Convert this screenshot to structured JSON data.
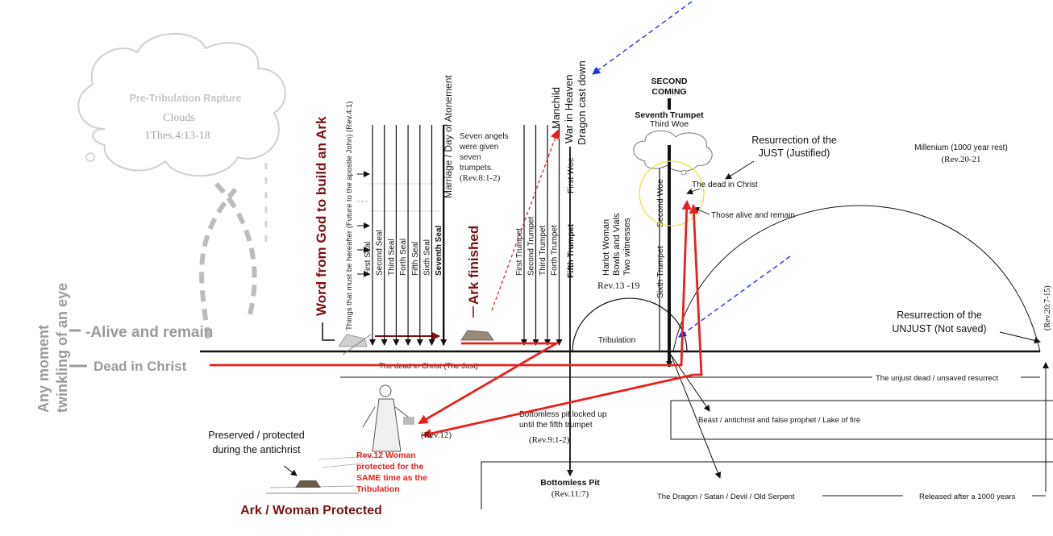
{
  "rapture": {
    "title": "Pre-Tribulation Rapture",
    "clouds": "Clouds",
    "ref": "1Thes.4:13-18"
  },
  "left_vertical": {
    "line1": "Any moment",
    "line2": "twinkling of an eye"
  },
  "left_labels": {
    "alive": "-Alive and remain",
    "dead": "Dead in Christ"
  },
  "ark": {
    "word_from_god": "Word from God to build an Ark",
    "finished": "Ark finished",
    "things_hereafter": "Things that must be hereafter (Future to the apostle John) (Rev.4:1)",
    "woman_protected": "Ark / Woman Protected"
  },
  "seals": [
    "First Seal",
    "Second Seal",
    "Third Seal",
    "Forth Seal",
    "Fifth Seal",
    "Sixth Seal",
    "Seventh Seal"
  ],
  "marriage": "Marriage / Day of Atonement",
  "seven_angels": [
    "Seven angels",
    "were given",
    "seven",
    "trumpets.",
    "(Rev.8:1-2)"
  ],
  "trumpets": [
    "First Trumpet",
    "Second Trumpet",
    "Third Trumpet",
    "Forth Trumpet"
  ],
  "fifth_trumpet": "Fifth Trumpet",
  "first_woe": "First Woe",
  "manchild": [
    "Manchild",
    "War in Heaven",
    "Dragon cast down"
  ],
  "harlot": [
    "Harlot Woman",
    "Bowls and Vials",
    "Two witnesses"
  ],
  "rev13": "Rev.13 -19",
  "sixth_trumpet": "Sixth Trumpet",
  "second_woe": "Second Woe",
  "second_coming": [
    "SECOND",
    "COMING"
  ],
  "seventh_trumpet": "Seventh Trumpet",
  "third_woe": "Third Woe",
  "resurrection_just": [
    "Resurrection of the",
    "JUST (Justified)"
  ],
  "dead_in_christ_small": "The dead in Christ",
  "those_alive": "Those alive and remain",
  "millenium": [
    "Millenium (1000 year rest)",
    "(Rev.20-21"
  ],
  "resurrection_unjust": [
    "Resurrection of the",
    "UNJUST (Not saved)"
  ],
  "rev20_side": "(Rev.20:7-15)",
  "tribulation": "Tribulation",
  "dead_just": "The dead in Christ (The Just)",
  "unjust_dead": "The unjust dead / unsaved resurrect",
  "beast": "Beast / antichrist and false prophet / Lake of fire",
  "bottomless": {
    "locked": [
      "Bottomless pit locked up",
      "until the fifth trumpet",
      "(Rev.9:1-2)"
    ],
    "pit": "Bottomless Pit",
    "ref": "(Rev.11:7)"
  },
  "dragon": "The Dragon / Satan / Devil / Old Serpent",
  "released": "Released after a 1000 years",
  "preserved": [
    "Preserved / protected",
    "during the antichrist"
  ],
  "rev12": "(Rev.12)",
  "rev12_woman": [
    "Rev.12 Woman",
    "protected for the",
    "SAME time as the",
    "Tribulation"
  ],
  "colors": {
    "dark_red": "#7b1113",
    "red": "#e8201e",
    "gray": "#9b9b9b",
    "light_gray": "#c9c9c9",
    "blue_arrow": "#2030e8"
  }
}
